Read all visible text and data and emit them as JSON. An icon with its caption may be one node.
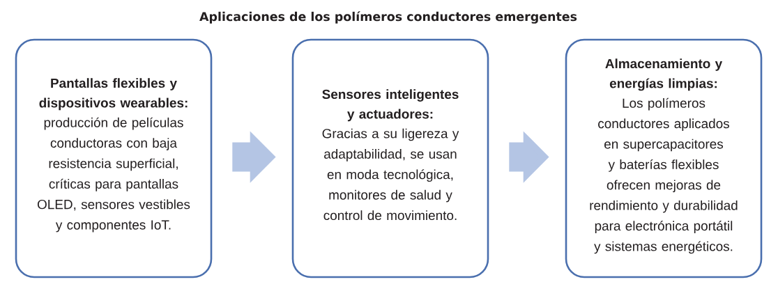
{
  "diagram": {
    "title": "Aplicaciones de los polímeros conductores emergentes",
    "nodes": [
      {
        "text": [
          "Pantallas flexibles y dispositivos wearables:",
          "producción de películas conductoras con baja resistencia superficial, críticas para pantallas OLED, sensores vestibles y componentes IoT."
        ]
      },
      {
        "text": [
          "Sensores inteligentes y actuadores:",
          "Gracias a su ligereza y adaptabilidad, se usan en moda tecnológica, monitores de salud y control de movimiento."
        ]
      },
      {
        "text": [
          "Almacenamiento y energías limpias:",
          "Los polímeros conductores aplicados en supercapacitores y baterías flexibles ofrecen mejoras de rendimiento y durabilidad para electrónica portátil y sistemas energéticos."
        ]
      }
    ],
    "edges": [
      {
        "from": 0,
        "to": 1,
        "arrow": "to"
      },
      {
        "from": 1,
        "to": 2,
        "arrow": "to"
      }
    ]
  }
}
